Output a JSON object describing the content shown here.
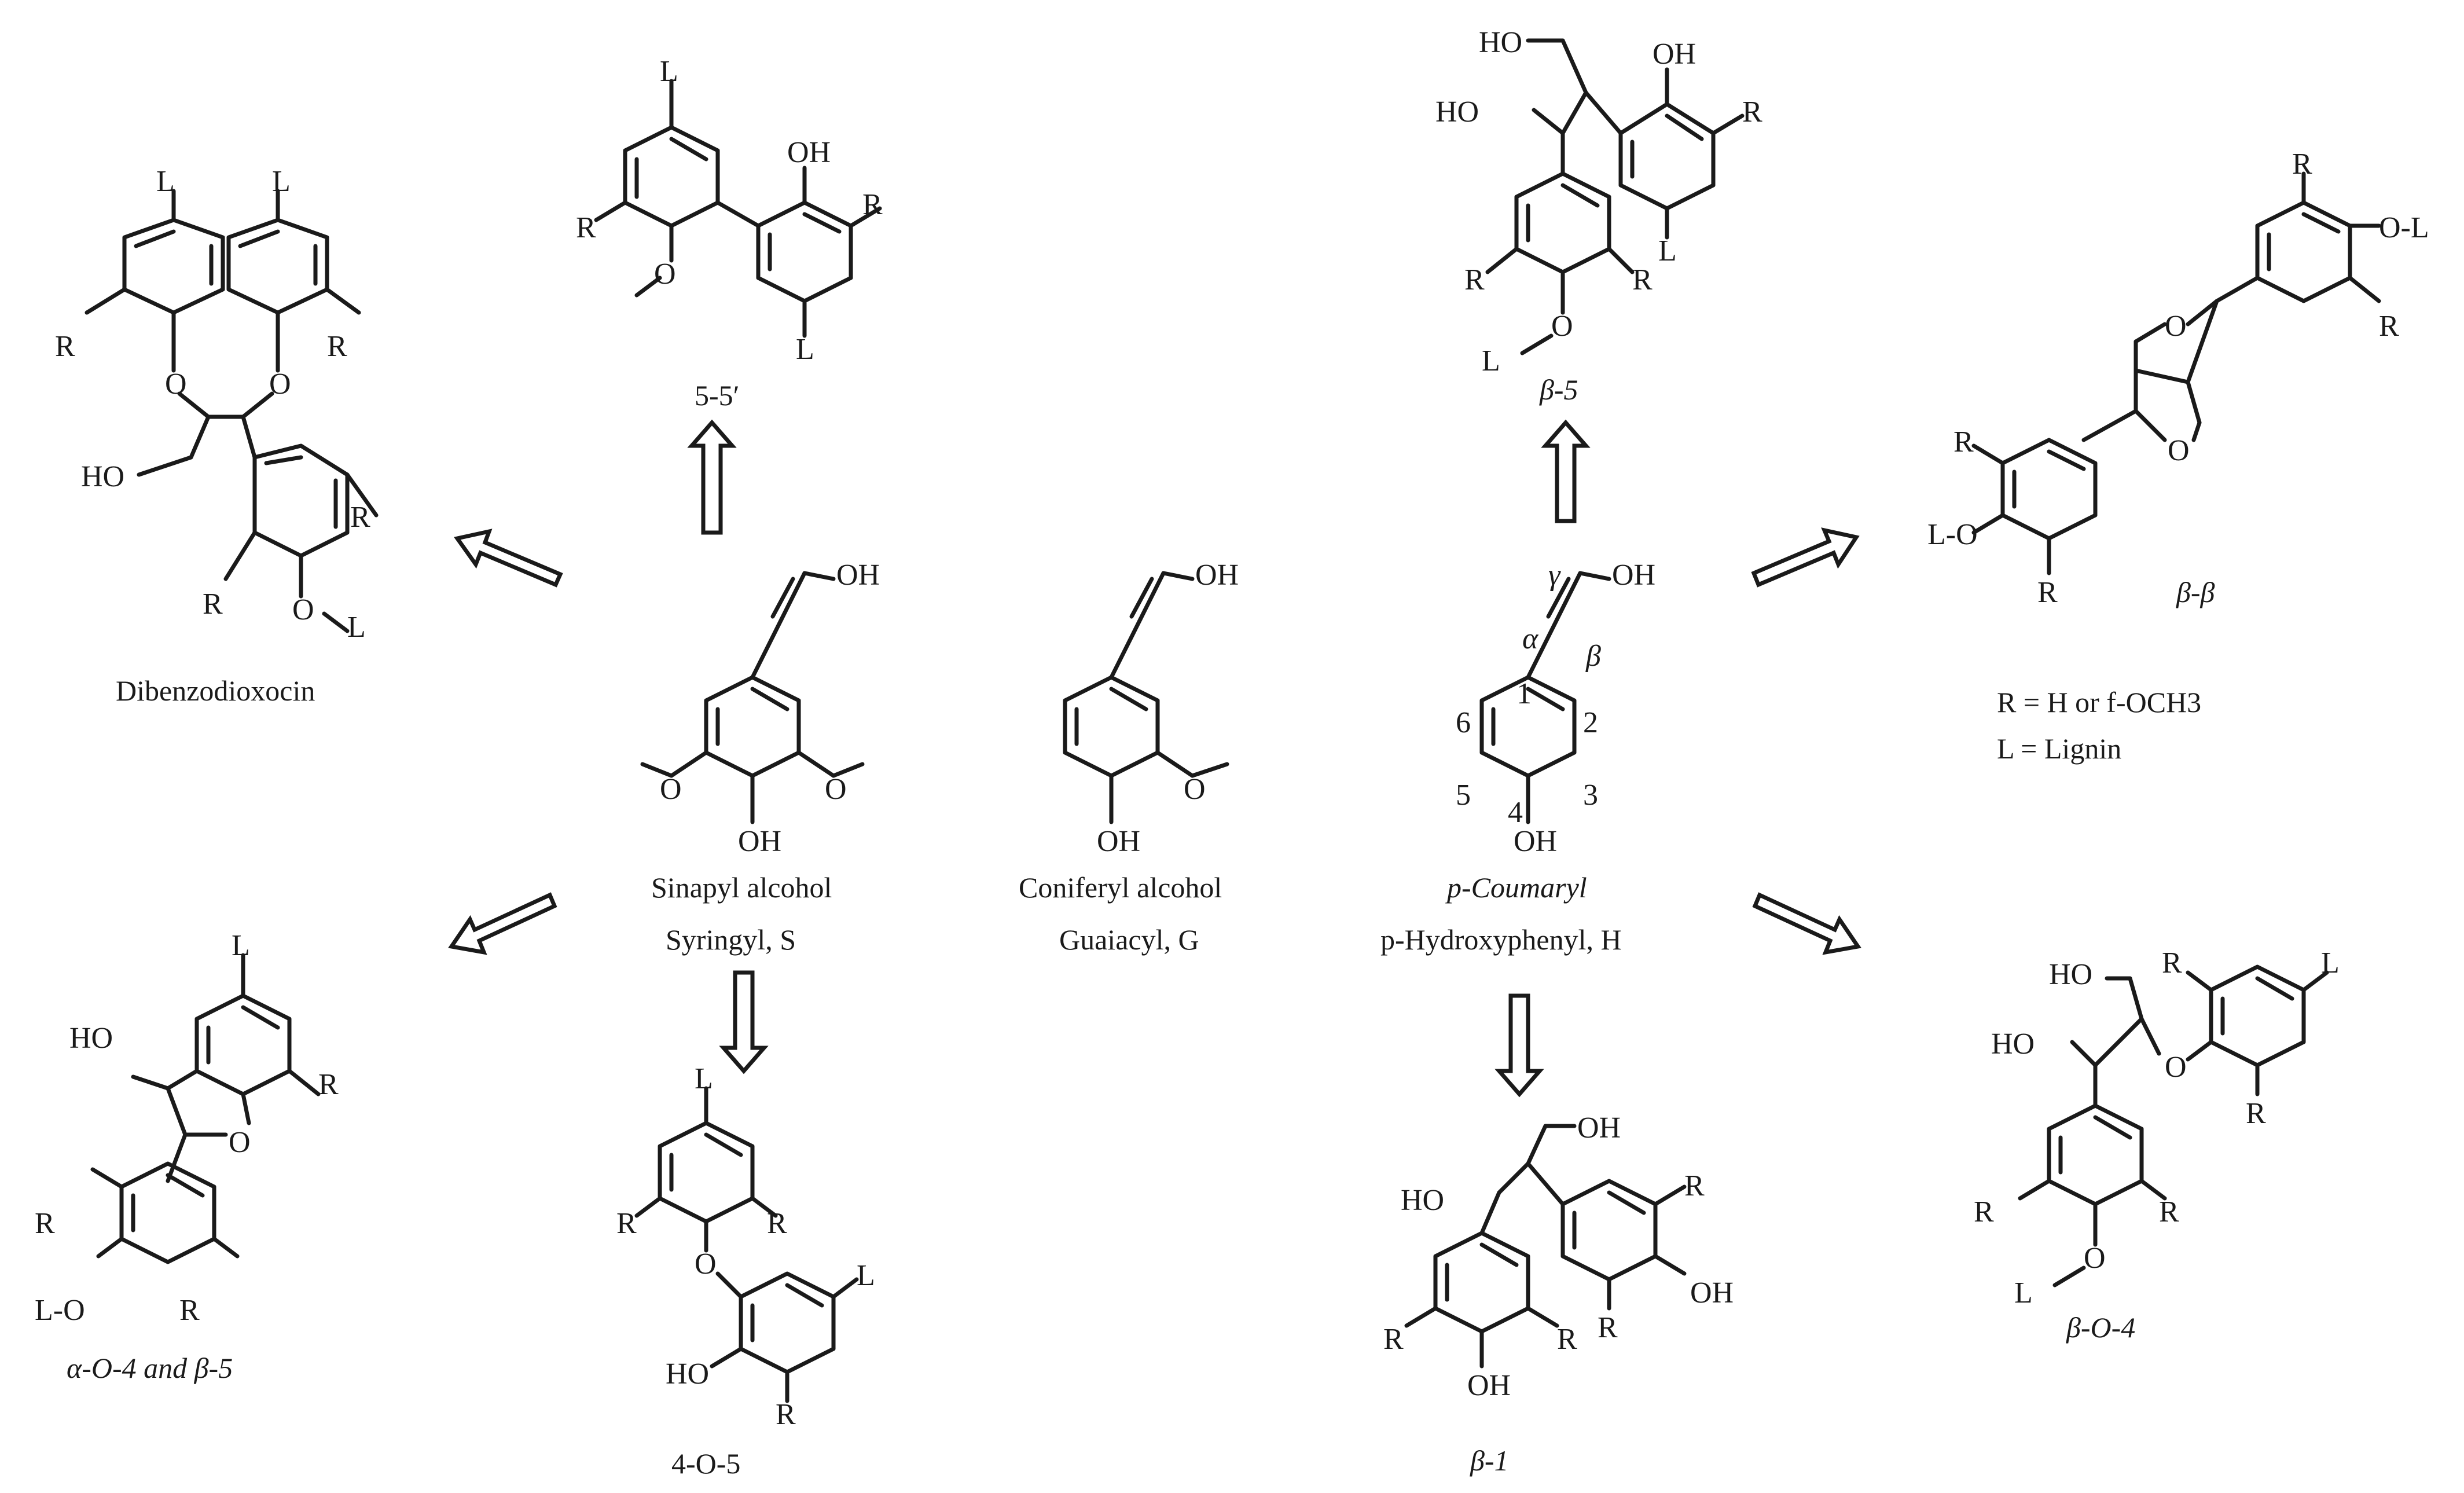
{
  "labels": {
    "dibenzodioxocin": "Dibenzodioxocin",
    "five_five": "5-5′",
    "beta5": "β-5",
    "betabeta": "β-β",
    "alpha_o4": "α-O-4 and β-5",
    "four_o5": "4-O-5",
    "beta1": "β-1",
    "beta_o4": "β-O-4",
    "sinapyl": "Sinapyl alcohol",
    "syringyl": "Syringyl, S",
    "coniferyl": "Coniferyl alcohol",
    "guaiacyl": "Guaiacyl, G",
    "coumaryl": "p-Coumaryl",
    "hydroxyphenyl": "p-Hydroxyphenyl, H",
    "legend_r": "R = H or f-OCH3",
    "legend_l": "L = Lignin"
  },
  "atoms": {
    "oh": "OH",
    "ho": "HO",
    "o": "O",
    "r": "R",
    "l": "L",
    "ol": "O-L",
    "lo": "L-O",
    "gamma": "γ",
    "alpha": "α",
    "beta": "β",
    "n1": "1",
    "n2": "2",
    "n3": "3",
    "n4": "4",
    "n5": "5",
    "n6": "6"
  }
}
